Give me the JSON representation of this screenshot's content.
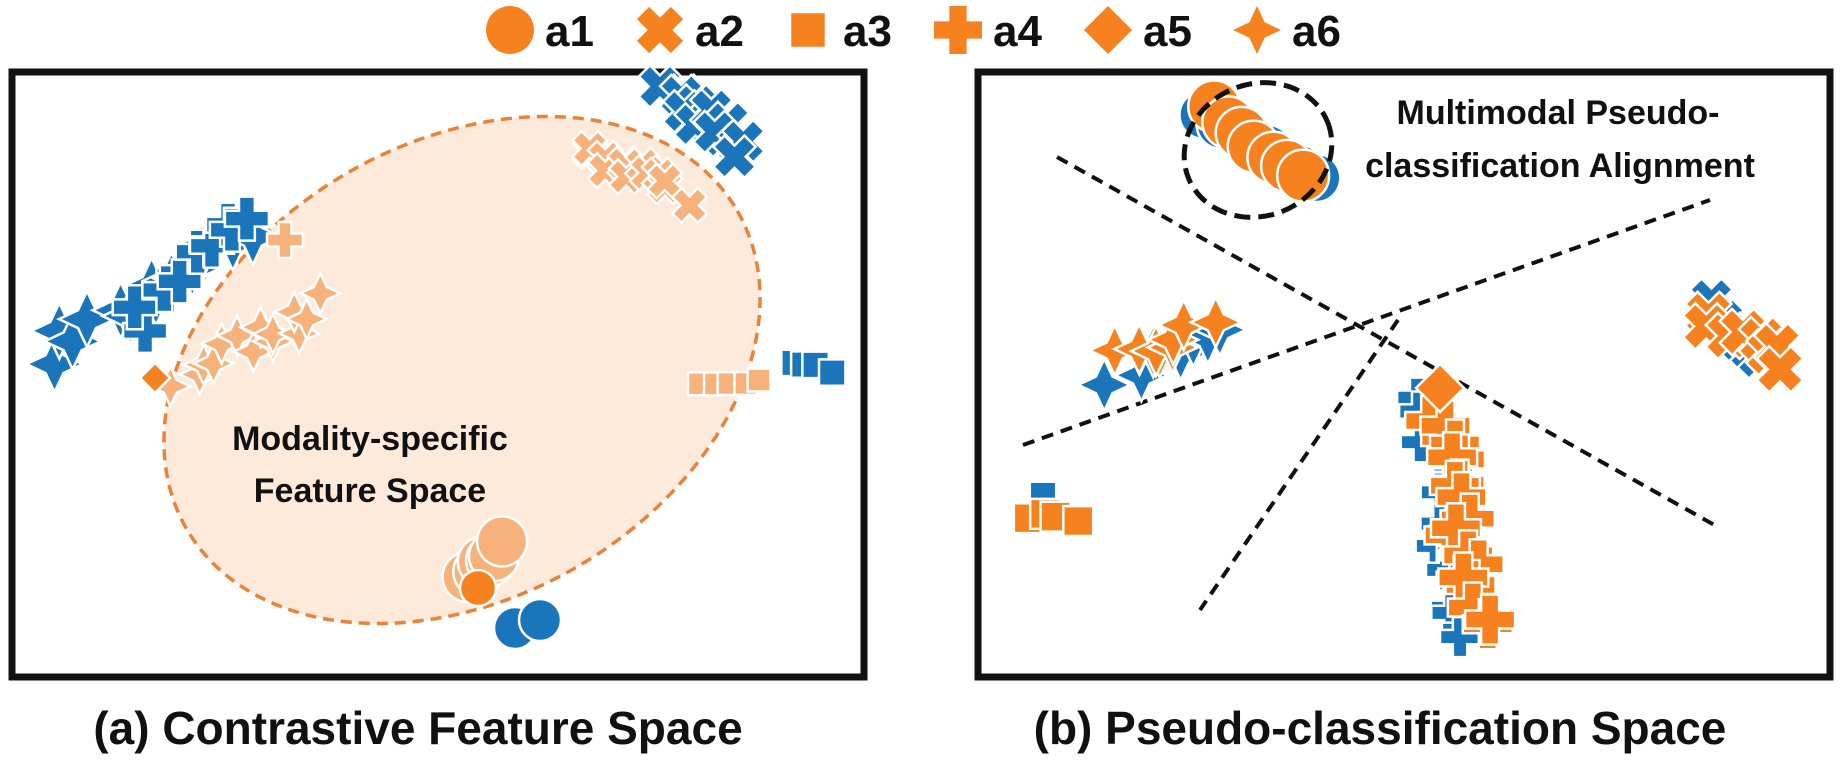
{
  "colors": {
    "orange": "#F5821F",
    "light_orange": "#F7B27C",
    "blue": "#1B75BB",
    "region_fill": "#FCE3CE",
    "frame": "#111111"
  },
  "legend": [
    {
      "label": "a1",
      "shape": "circle"
    },
    {
      "label": "a2",
      "shape": "cross-x"
    },
    {
      "label": "a3",
      "shape": "square"
    },
    {
      "label": "a4",
      "shape": "plus"
    },
    {
      "label": "a5",
      "shape": "diamond"
    },
    {
      "label": "a6",
      "shape": "star4"
    }
  ],
  "panel_a": {
    "caption": "(a) Contrastive Feature Space",
    "region_label_line1": "Modality-specific",
    "region_label_line2": "Feature Space"
  },
  "panel_b": {
    "caption": "(b) Pseudo-classification Space",
    "alignment_label_line1": "Multimodal  Pseudo-",
    "alignment_label_line2": "classification Alignment"
  }
}
